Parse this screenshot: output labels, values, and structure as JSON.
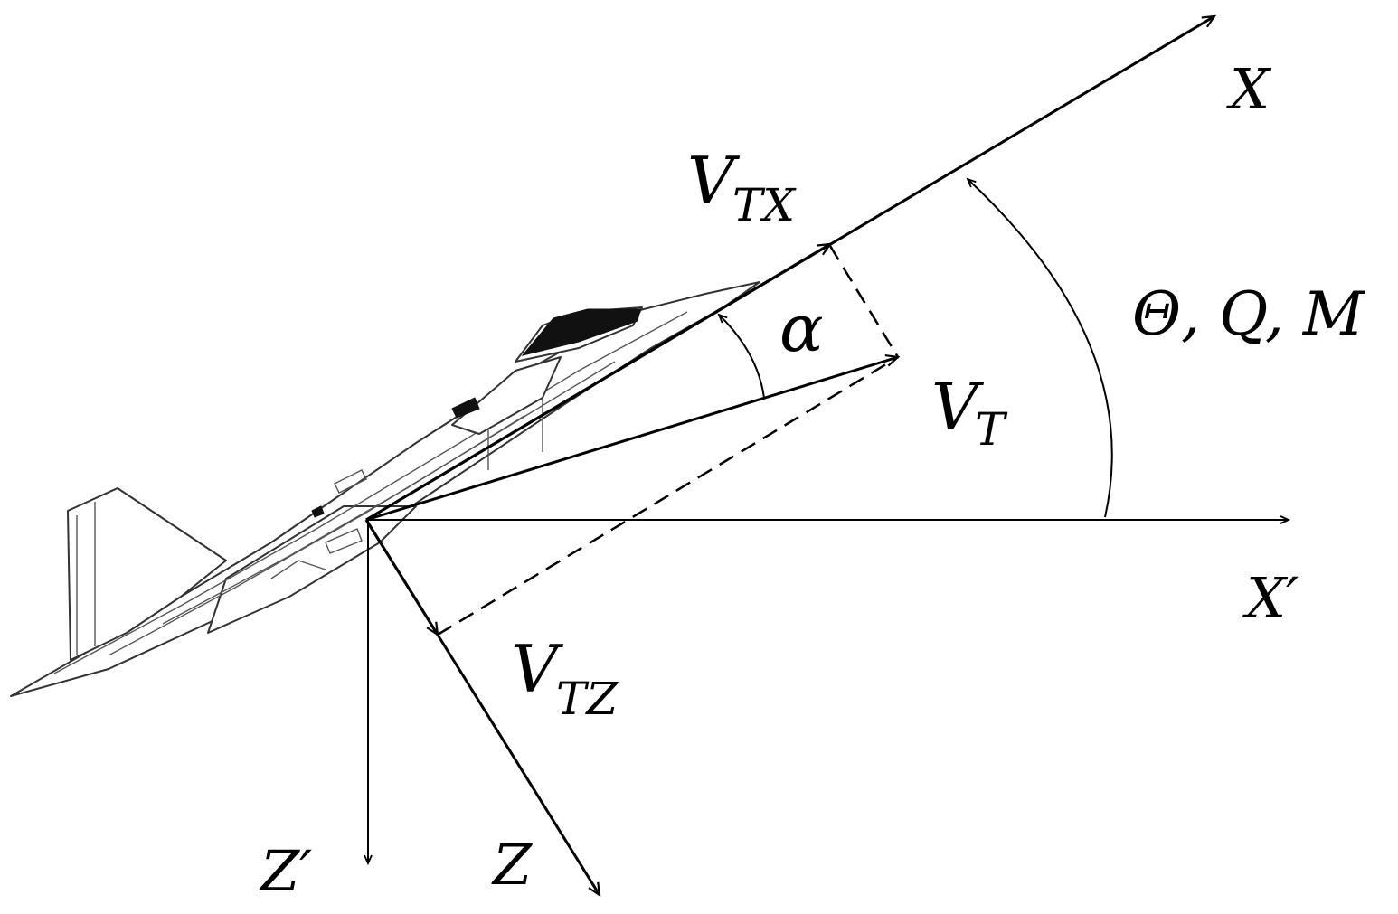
{
  "labels": {
    "x_axis": "X",
    "x_prime_axis": "X′",
    "z_axis": "Z",
    "z_prime_axis": "Z′",
    "alpha": "α",
    "vt_main": "V",
    "vt_sub": "T",
    "vtx_main": "V",
    "vtx_sub": "TX",
    "vtz_main": "V",
    "vtz_sub": "TZ",
    "theta_q_m": "Θ, Q, M"
  },
  "colors": {
    "ink": "#000000",
    "aircraft_outline": "#333333",
    "canopy": "#111111"
  }
}
